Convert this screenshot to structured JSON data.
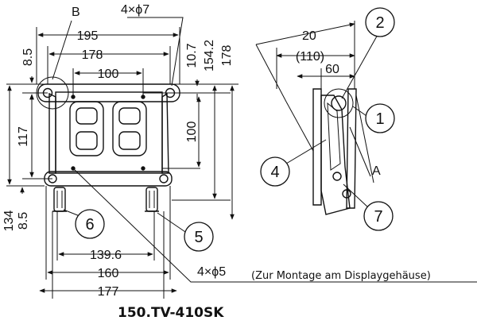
{
  "front_view": {
    "width_outer": "195",
    "width_mid": "178",
    "width_inner": "100",
    "hole_spec_top": "4×ϕ7",
    "label_b": "B",
    "left_top_offset": "8.5",
    "height_117": "117",
    "height_134": "134",
    "left_bottom_offset": "8.5",
    "right_10_7": "10.7",
    "right_154_2": "154.2",
    "right_178": "178",
    "right_100": "100",
    "bottom_139_6": "139.6",
    "bottom_160": "160",
    "bottom_177": "177",
    "hole_spec_bottom": "4×ϕ5",
    "callout_6": "6",
    "callout_5": "5"
  },
  "side_view": {
    "dim_20": "20",
    "dim_110": "(110)",
    "dim_60": "60",
    "callout_1": "1",
    "callout_2": "2",
    "callout_4": "4",
    "callout_7": "7",
    "label_a": "A"
  },
  "note": "(Zur Montage am Displaygehäuse)",
  "model": "150.TV-410SK"
}
